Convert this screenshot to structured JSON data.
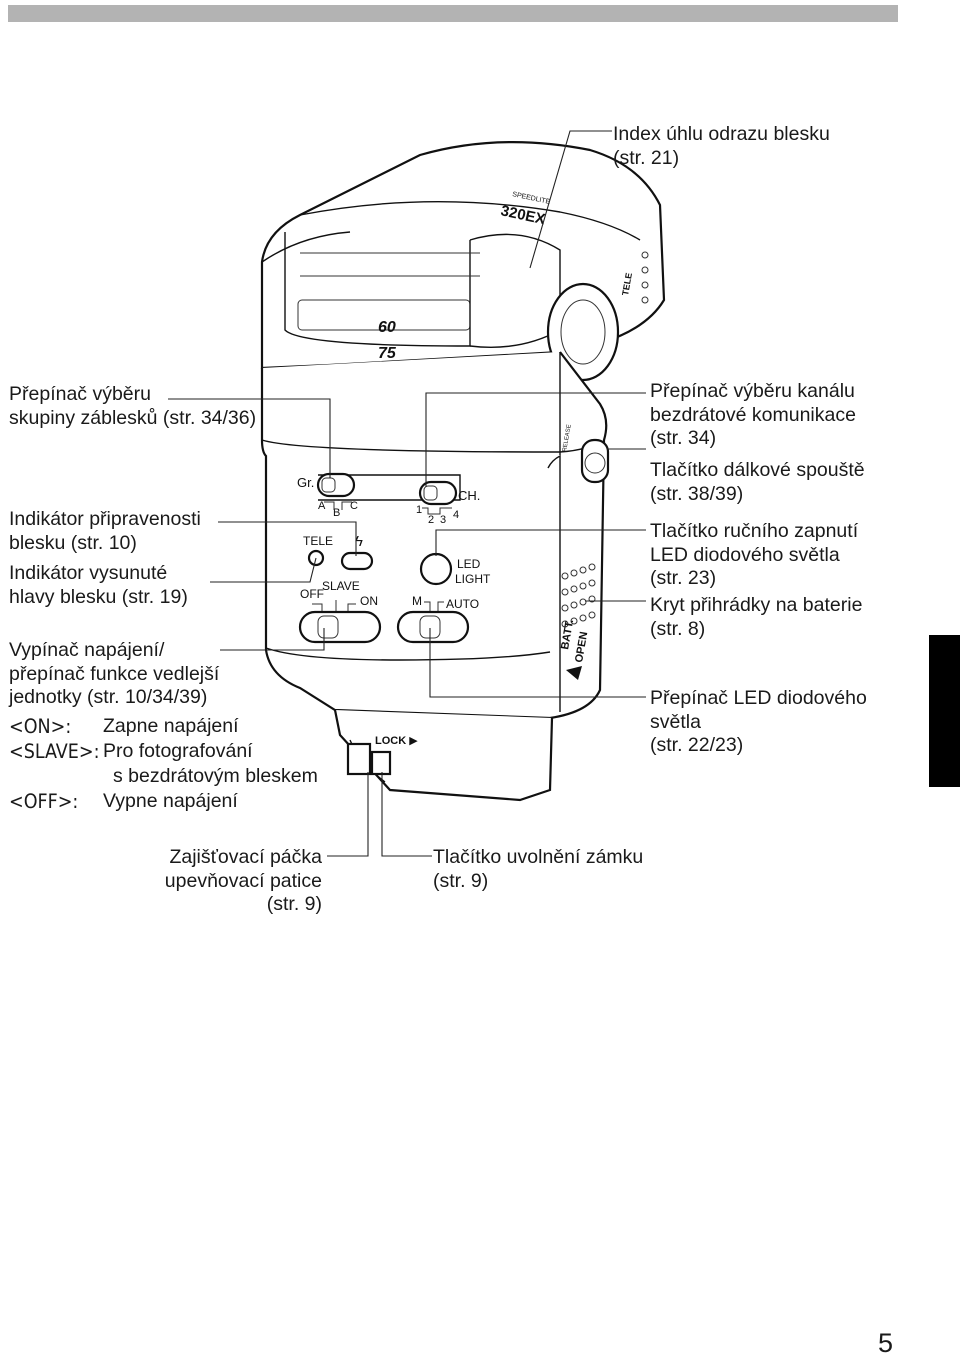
{
  "header": {
    "bar_color": "#b3b3b3"
  },
  "side_tab": {
    "color": "#000000"
  },
  "callouts": {
    "bounce_index": [
      "Index úhlu odrazu blesku",
      "(str. 21)"
    ],
    "group_switch": [
      "Přepínač výběru",
      "skupiny záblesků (str. 34/36)"
    ],
    "ready_indicator": [
      "Indikátor připravenosti",
      "blesku (str. 10)"
    ],
    "tele_indicator": [
      "Indikátor vysunuté",
      "hlavy blesku (str. 19)"
    ],
    "power_switch": [
      "Vypínač napájení/",
      "přepínač funkce vedlejší",
      "jednotky (str. 10/34/39)"
    ],
    "channel_switch": [
      "Přepínač výběru kanálu",
      "bezdrátové komunikace",
      "(str. 34)"
    ],
    "remote_button": [
      "Tlačítko dálkové spouště",
      "(str. 38/39)"
    ],
    "led_button": [
      "Tlačítko ručního zapnutí",
      "LED diodového světla",
      "(str. 23)"
    ],
    "battery_cover": [
      "Kryt přihrádky na baterie",
      "(str. 8)"
    ],
    "led_switch": [
      "Přepínač LED diodového",
      "světla",
      "(str. 22/23)"
    ],
    "lock_lever": [
      "Zajišťovací páčka",
      "upevňovací patice",
      "(str. 9)"
    ],
    "lock_release": [
      "Tlačítko uvolnění zámku",
      "(str. 9)"
    ]
  },
  "power_modes": [
    {
      "key": "<ON>:",
      "desc": [
        "Zapne napájení"
      ]
    },
    {
      "key": "<SLAVE>:",
      "desc": [
        "Pro fotografování",
        "s bezdrátovým bleskem"
      ]
    },
    {
      "key": "<OFF>:",
      "desc": [
        "Vypne napájení"
      ]
    }
  ],
  "device_markings": {
    "model": "320EX",
    "brand": "SPEEDLITE",
    "tele_side": "TELE",
    "zoom_60": "60",
    "zoom_75": "75",
    "group": "Gr.",
    "group_a": "A",
    "group_b": "B",
    "group_c": "C",
    "channel": "CH.",
    "ch_1": "1",
    "ch_2": "2",
    "ch_3": "3",
    "ch_4": "4",
    "tele": "TELE",
    "flash_symbol": "ϟ",
    "led": "LED",
    "light": "LIGHT",
    "slave": "SLAVE",
    "off": "OFF",
    "on": "ON",
    "m": "M",
    "auto": "AUTO",
    "batt": "BATT.",
    "open": "OPEN",
    "lock": "LOCK ▶",
    "release": "RELEASE"
  },
  "page_number": "5"
}
